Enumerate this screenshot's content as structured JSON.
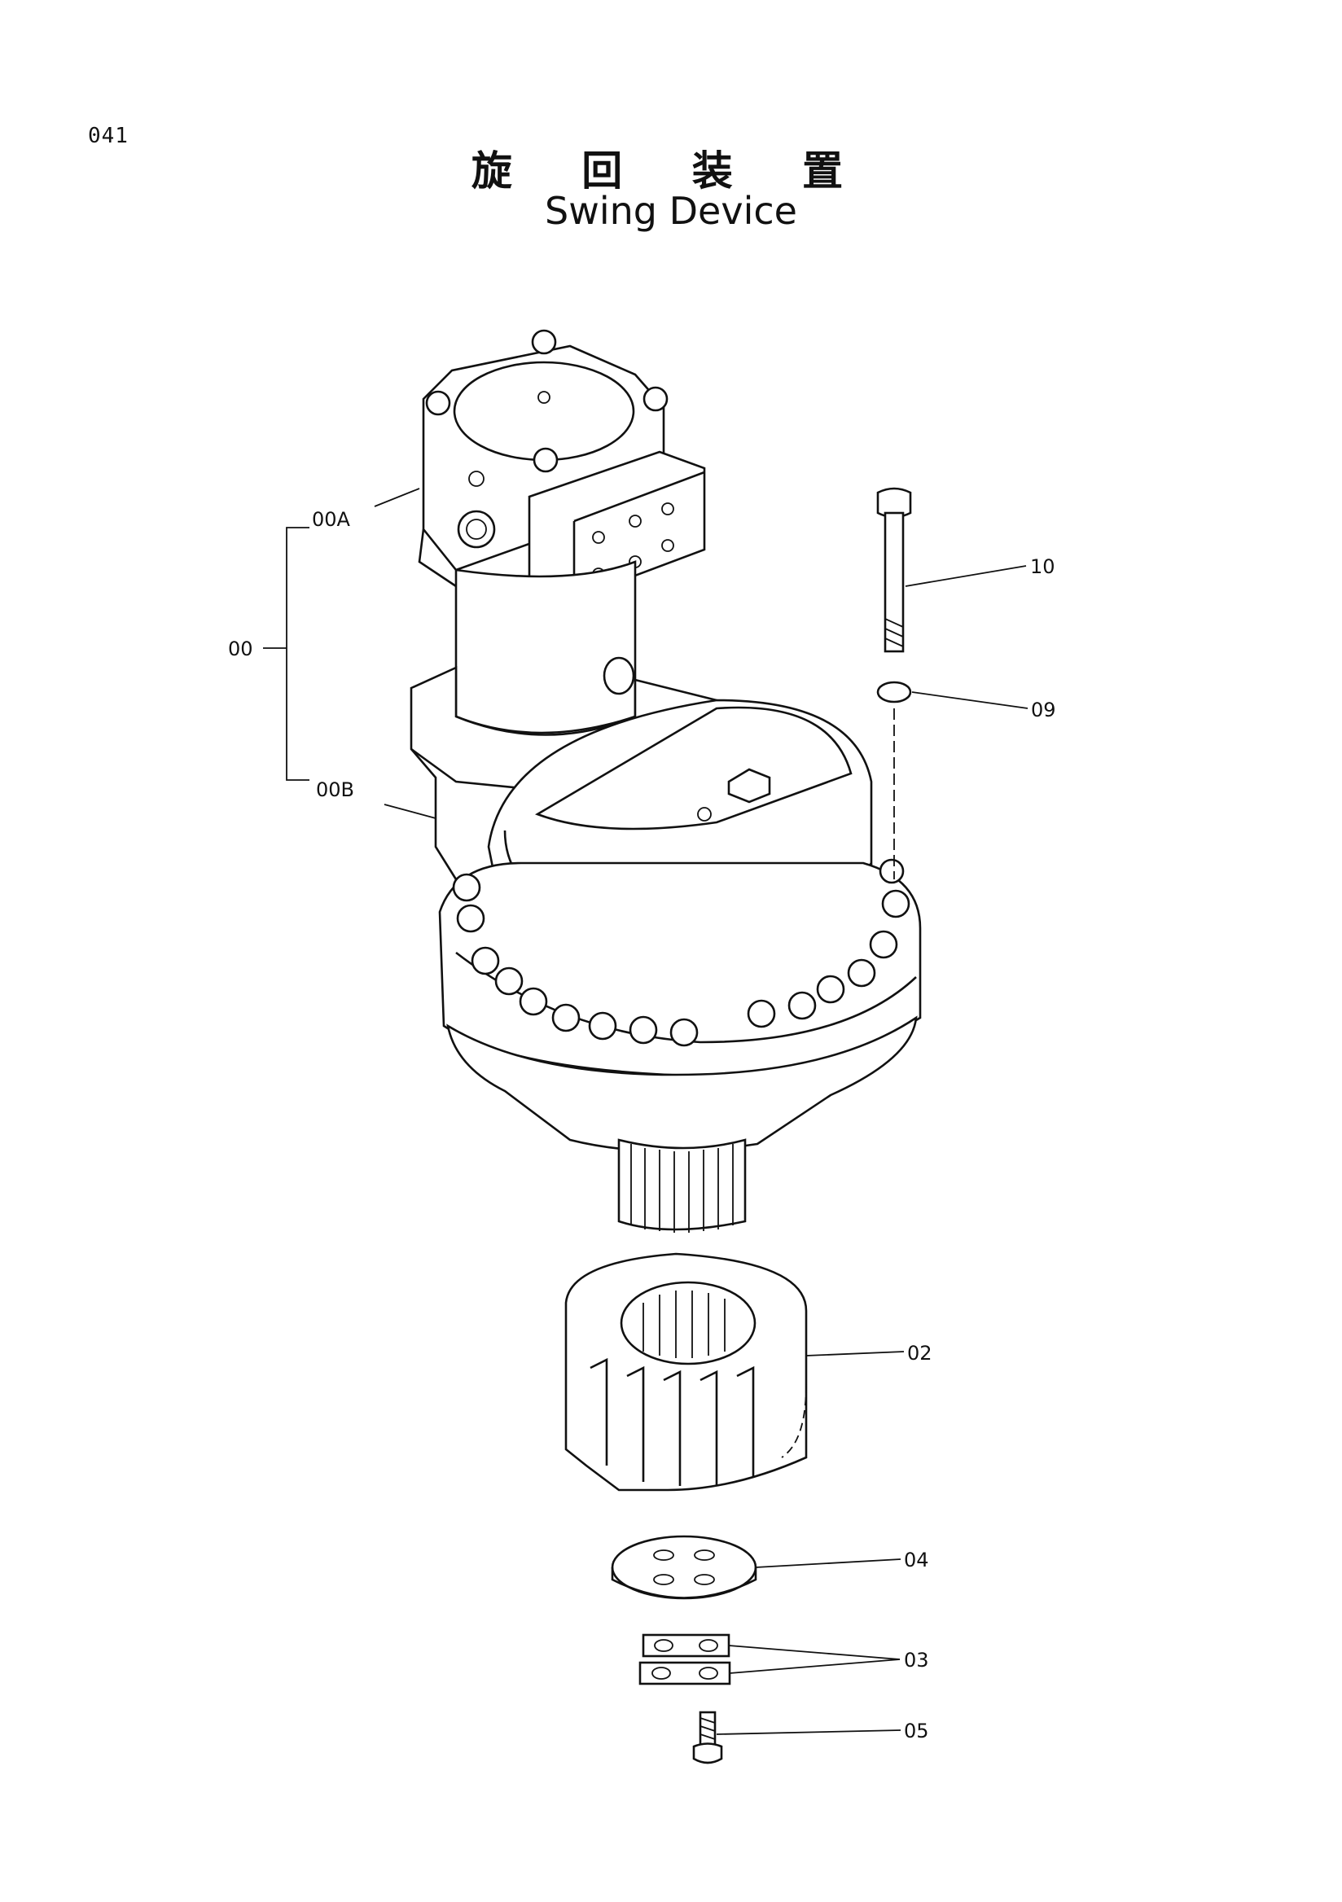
{
  "page_number": "041",
  "title_japanese": "旋 回 装 置",
  "title_english": "Swing Device",
  "callouts": {
    "c00": "00",
    "c00A": "00A",
    "c00B": "00B",
    "c10": "10",
    "c09": "09",
    "c02": "02",
    "c04": "04",
    "c03": "03",
    "c05": "05"
  }
}
